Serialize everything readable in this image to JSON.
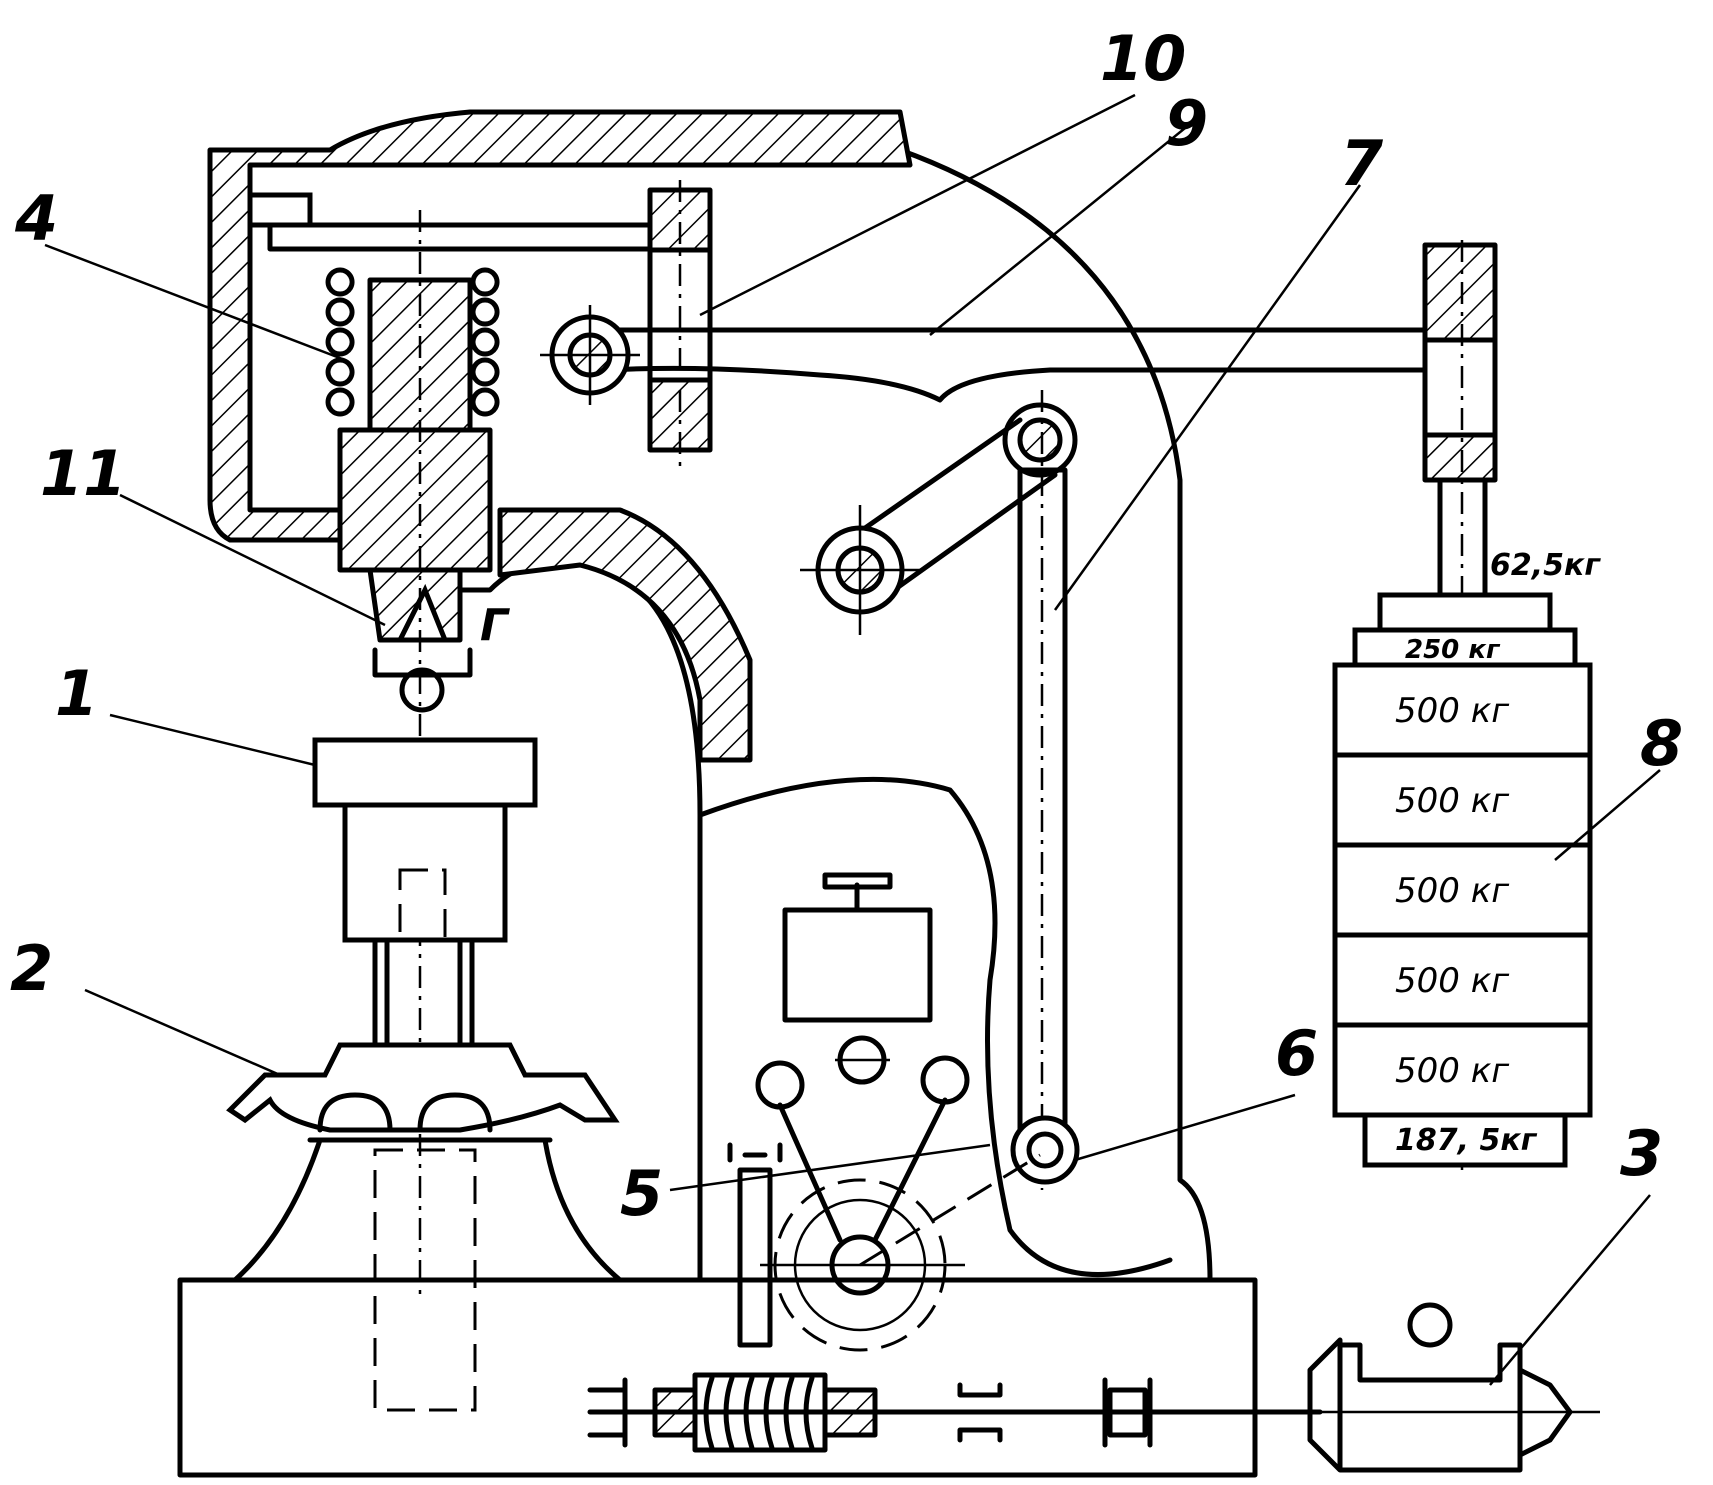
{
  "labels": {
    "l1": "1",
    "l2": "2",
    "l3": "3",
    "l4": "4",
    "l5": "5",
    "l6": "6",
    "l7": "7",
    "l8": "8",
    "l9": "9",
    "l10": "10",
    "l11": "11",
    "g": "Г"
  },
  "weights": {
    "top": "62,5кг",
    "w250": "250 кг",
    "w500_1": "500 кг",
    "w500_2": "500 кг",
    "w500_3": "500 кг",
    "w500_4": "500 кг",
    "w500_5": "500 кг",
    "bottom": "187, 5кг"
  }
}
